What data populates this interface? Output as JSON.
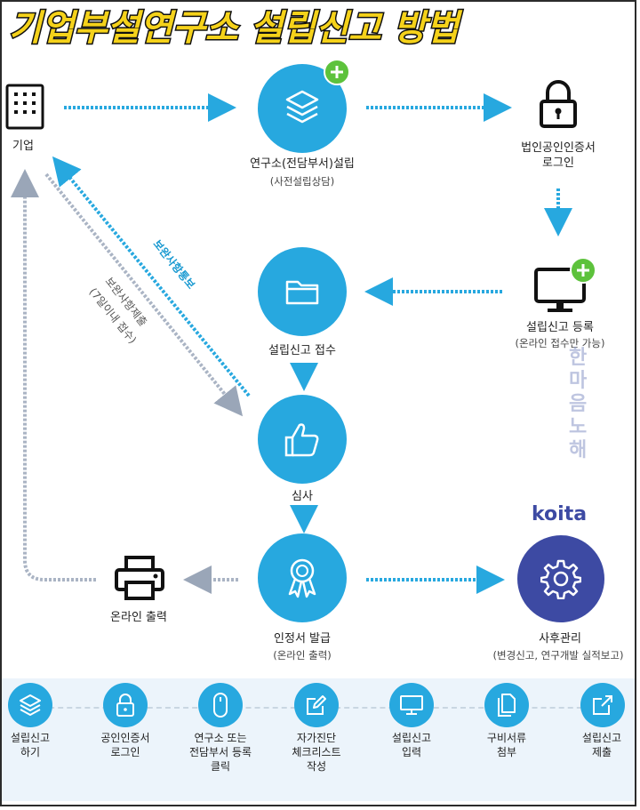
{
  "title": "기업부설연구소 설립신고 방법",
  "watermark": "한마음 노해",
  "nodes": {
    "company": "기업",
    "establish": "연구소(전담부서)설립",
    "establish_sub": "(사전설립상담)",
    "cert_login": "법인공인인증서\n로그인",
    "register": "설립신고 등록",
    "register_sub": "(온라인 접수만 가능)",
    "receipt": "설립신고 접수",
    "review": "심사",
    "issue": "인정서 발급",
    "issue_sub": "(온라인 출력)",
    "print": "온라인 출력",
    "after": "사후관리",
    "after_sub": "(변경신고, 연구개발 실적보고)",
    "koita_logo": "koita"
  },
  "arrows": {
    "supplement_request": "보완사항통보",
    "supplement_submit": "보완사항제출",
    "supplement_submit_sub": "(7일이내 접수)"
  },
  "steps": [
    {
      "label": "설립신고\n하기",
      "icon": "layers-icon"
    },
    {
      "label": "공인인증서\n로그인",
      "icon": "lock-icon"
    },
    {
      "label": "연구소 또는\n전담부서 등록\n클릭",
      "icon": "mouse-icon"
    },
    {
      "label": "자가진단\n체크리스트\n작성",
      "icon": "edit-icon"
    },
    {
      "label": "설립신고\n입력",
      "icon": "monitor-icon"
    },
    {
      "label": "구비서류\n첨부",
      "icon": "documents-icon"
    },
    {
      "label": "설립신고\n제출",
      "icon": "share-icon"
    }
  ],
  "colors": {
    "accent": "#27a8df",
    "dark_circle": "#3d4aa3",
    "plus": "#5dc23c",
    "title_fill": "#f5d21a",
    "arrow_gray": "#aab4c4"
  }
}
